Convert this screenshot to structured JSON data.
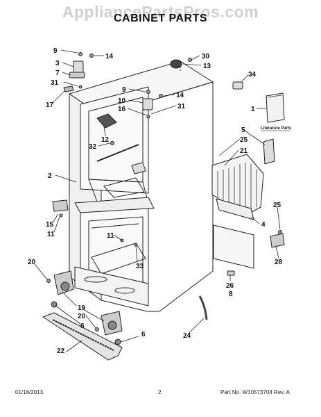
{
  "header": {
    "watermark": "AppliancePartsPros.com",
    "title": "CABINET PARTS"
  },
  "literature_label": "Literature Parts",
  "footer": {
    "date": "01/18/2013",
    "page": "2",
    "part": "Part No. W10573704 Rev. A"
  },
  "callouts": [
    {
      "id": "c1",
      "text": "9"
    },
    {
      "id": "c2",
      "text": "14"
    },
    {
      "id": "c3",
      "text": "3"
    },
    {
      "id": "c4",
      "text": "7"
    },
    {
      "id": "c5",
      "text": "31"
    },
    {
      "id": "c6",
      "text": "17"
    },
    {
      "id": "c7",
      "text": "30"
    },
    {
      "id": "c8",
      "text": "13"
    },
    {
      "id": "c9",
      "text": "34"
    },
    {
      "id": "c10",
      "text": "9"
    },
    {
      "id": "c11",
      "text": "14"
    },
    {
      "id": "c12",
      "text": "10"
    },
    {
      "id": "c13",
      "text": "31"
    },
    {
      "id": "c14",
      "text": "16"
    },
    {
      "id": "c15",
      "text": "1"
    },
    {
      "id": "c16",
      "text": "12"
    },
    {
      "id": "c17",
      "text": "32"
    },
    {
      "id": "c18",
      "text": "5"
    },
    {
      "id": "c19",
      "text": "25"
    },
    {
      "id": "c20",
      "text": "21"
    },
    {
      "id": "c21",
      "text": "2"
    },
    {
      "id": "c22",
      "text": "15"
    },
    {
      "id": "c23",
      "text": "11"
    },
    {
      "id": "c24",
      "text": "25"
    },
    {
      "id": "c25",
      "text": "4"
    },
    {
      "id": "c26",
      "text": "11"
    },
    {
      "id": "c27",
      "text": "33"
    },
    {
      "id": "c28",
      "text": "28"
    },
    {
      "id": "c29",
      "text": "20"
    },
    {
      "id": "c30",
      "text": "26"
    },
    {
      "id": "c31",
      "text": "8"
    },
    {
      "id": "c32",
      "text": "19"
    },
    {
      "id": "c33",
      "text": "20"
    },
    {
      "id": "c34",
      "text": "6"
    },
    {
      "id": "c35",
      "text": "6"
    },
    {
      "id": "c36",
      "text": "24"
    },
    {
      "id": "c37",
      "text": "22"
    }
  ]
}
